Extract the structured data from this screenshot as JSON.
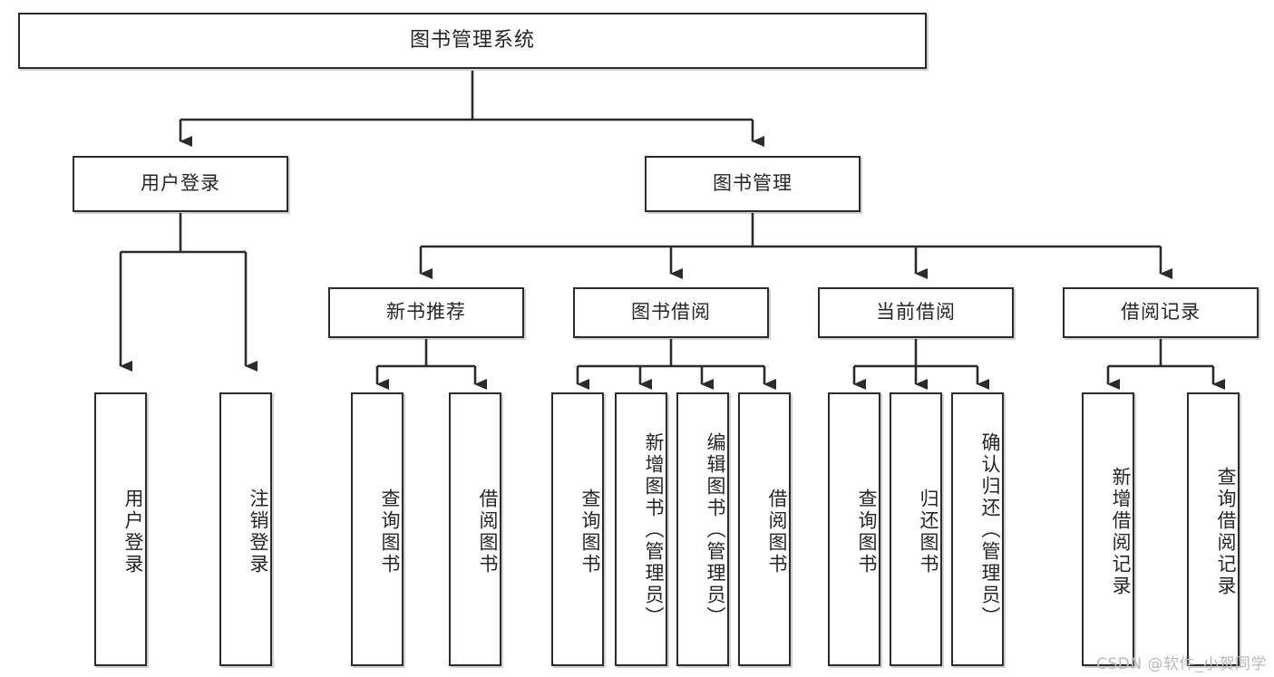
{
  "diagram": {
    "title": "图书管理系统",
    "type": "tree",
    "watermark": "CSDN @软件_小贺同学",
    "colors": {
      "node_border": "#2b2b2b",
      "node_fill": "#ffffff",
      "edge": "#2b2b2b",
      "text": "#262626",
      "watermark": "#b9b9b9",
      "background": "#ffffff"
    },
    "nodes": {
      "root": {
        "label": "图书管理系统",
        "orientation": "horizontal"
      },
      "level1": [
        {
          "id": "user-login",
          "label": "用户登录",
          "orientation": "horizontal"
        },
        {
          "id": "book-manage",
          "label": "图书管理",
          "orientation": "horizontal"
        }
      ],
      "level2": [
        {
          "id": "new-book-rec",
          "label": "新书推荐",
          "orientation": "horizontal",
          "parent": "book-manage"
        },
        {
          "id": "book-borrow",
          "label": "图书借阅",
          "orientation": "horizontal",
          "parent": "book-manage"
        },
        {
          "id": "current-borrow",
          "label": "当前借阅",
          "orientation": "horizontal",
          "parent": "book-manage"
        },
        {
          "id": "borrow-record",
          "label": "借阅记录",
          "orientation": "horizontal",
          "parent": "book-manage"
        }
      ],
      "leaves": [
        {
          "id": "leaf-user-login",
          "label": "用户登录",
          "orientation": "vertical",
          "parent": "user-login"
        },
        {
          "id": "leaf-logout",
          "label": "注销登录",
          "orientation": "vertical",
          "parent": "user-login"
        },
        {
          "id": "leaf-query-book-1",
          "label": "查询图书",
          "orientation": "vertical",
          "parent": "new-book-rec"
        },
        {
          "id": "leaf-borrow-book-1",
          "label": "借阅图书",
          "orientation": "vertical",
          "parent": "new-book-rec"
        },
        {
          "id": "leaf-query-book-2",
          "label": "查询图书",
          "orientation": "vertical",
          "parent": "book-borrow"
        },
        {
          "id": "leaf-add-book",
          "label": "新增图书（管理员）",
          "orientation": "vertical",
          "parent": "book-borrow"
        },
        {
          "id": "leaf-edit-book",
          "label": "编辑图书（管理员）",
          "orientation": "vertical",
          "parent": "book-borrow"
        },
        {
          "id": "leaf-borrow-book-2",
          "label": "借阅图书",
          "orientation": "vertical",
          "parent": "book-borrow"
        },
        {
          "id": "leaf-query-book-3",
          "label": "查询图书",
          "orientation": "vertical",
          "parent": "current-borrow"
        },
        {
          "id": "leaf-return-book",
          "label": "归还图书",
          "orientation": "vertical",
          "parent": "current-borrow"
        },
        {
          "id": "leaf-confirm-return",
          "label": "确认归还（管理员）",
          "orientation": "vertical",
          "parent": "current-borrow"
        },
        {
          "id": "leaf-add-record",
          "label": "新增借阅记录",
          "orientation": "vertical",
          "parent": "borrow-record"
        },
        {
          "id": "leaf-query-record",
          "label": "查询借阅记录",
          "orientation": "vertical",
          "parent": "borrow-record"
        }
      ]
    }
  }
}
